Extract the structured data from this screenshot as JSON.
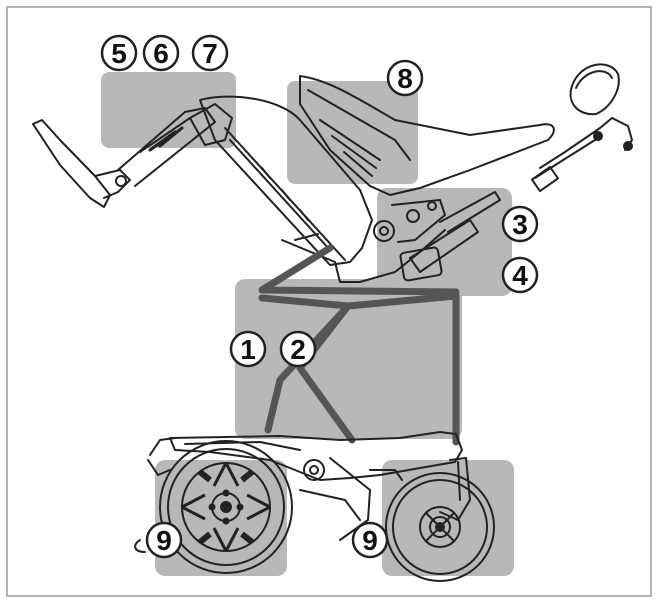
{
  "callouts": {
    "c5": "5",
    "c6": "6",
    "c7": "7",
    "c8": "8",
    "c3": "3",
    "c4": "4",
    "c1": "1",
    "c2": "2",
    "c9_rear": "9",
    "c9_front": "9"
  },
  "colors": {
    "highlight": "#b7b7b7",
    "line": "#222222",
    "frame_bar": "#555555"
  }
}
